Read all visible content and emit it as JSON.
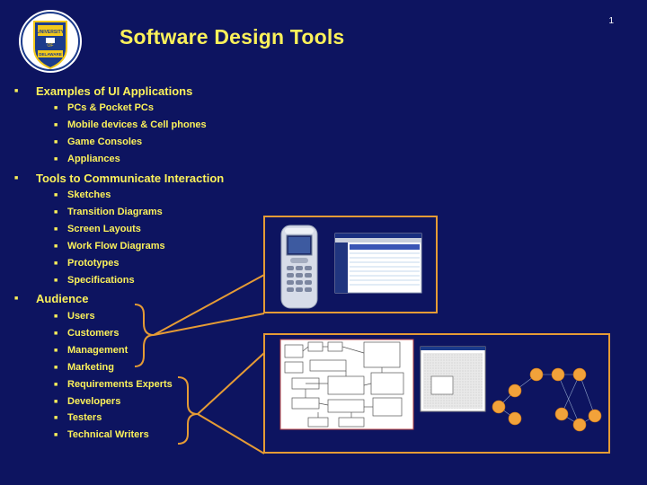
{
  "slide": {
    "page_number": "1",
    "title": "Software Design Tools",
    "logo": {
      "icon": "university-of-delaware-seal-icon",
      "text": "UNIVERSITY OF DELAWARE"
    }
  },
  "outline": [
    {
      "label": "Examples of UI Applications",
      "items": [
        "PCs & Pocket PCs",
        "Mobile devices & Cell phones",
        "Game Consoles",
        "Appliances"
      ]
    },
    {
      "label": "Tools to Communicate Interaction",
      "items": [
        "Sketches",
        "Transition Diagrams",
        "Screen Layouts",
        "Work Flow Diagrams",
        "Prototypes",
        "Specifications"
      ]
    },
    {
      "label": "Audience",
      "items": [
        "Users",
        "Customers",
        "Management",
        "Marketing",
        "Requirements Experts",
        "Developers",
        "Testers",
        "Technical Writers"
      ]
    }
  ],
  "colors": {
    "background": "#0d1460",
    "text": "#fbf15a",
    "frame": "#e59b35",
    "node": "#f2a23a"
  },
  "images": {
    "top_frame": [
      "cell-phone-image",
      "application-window-screenshot"
    ],
    "bottom_frame": [
      "flow-diagram-image",
      "dialog-mockup-image",
      "state-transition-diagram-image"
    ]
  }
}
